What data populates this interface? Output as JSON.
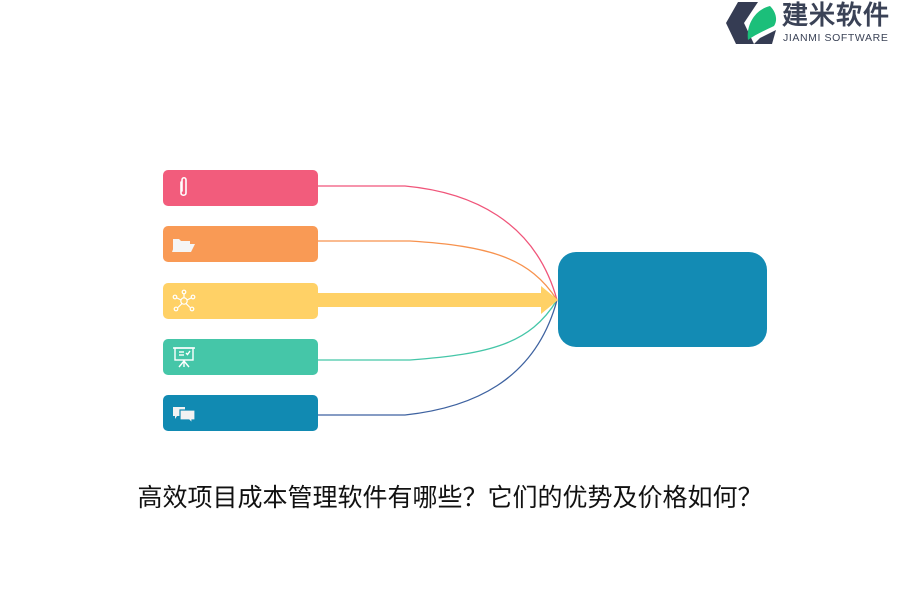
{
  "logo": {
    "name_cn": "建米软件",
    "name_en": "JIANMI SOFTWARE",
    "mark_dark": "#353c53",
    "mark_green": "#1bbf7a"
  },
  "diagram": {
    "nodes": [
      {
        "id": "node-1",
        "icon": "paperclip-icon",
        "color": "#f25c7c",
        "label": ""
      },
      {
        "id": "node-2",
        "icon": "folder-open-icon",
        "color": "#f99a55",
        "label": ""
      },
      {
        "id": "node-3",
        "icon": "network-icon",
        "color": "#ffd166",
        "label": ""
      },
      {
        "id": "node-4",
        "icon": "presentation-board-icon",
        "color": "#45c6a8",
        "label": ""
      },
      {
        "id": "node-5",
        "icon": "chat-bubbles-icon",
        "color": "#118ab2",
        "label": ""
      }
    ],
    "hub": {
      "color": "#138bb4",
      "label": ""
    },
    "connector_colors": [
      "#f0557a",
      "#f7924e",
      "#ffd166",
      "#45c6a8",
      "#3e62a0"
    ]
  },
  "title": "高效项目成本管理软件有哪些？它们的优势及价格如何？"
}
